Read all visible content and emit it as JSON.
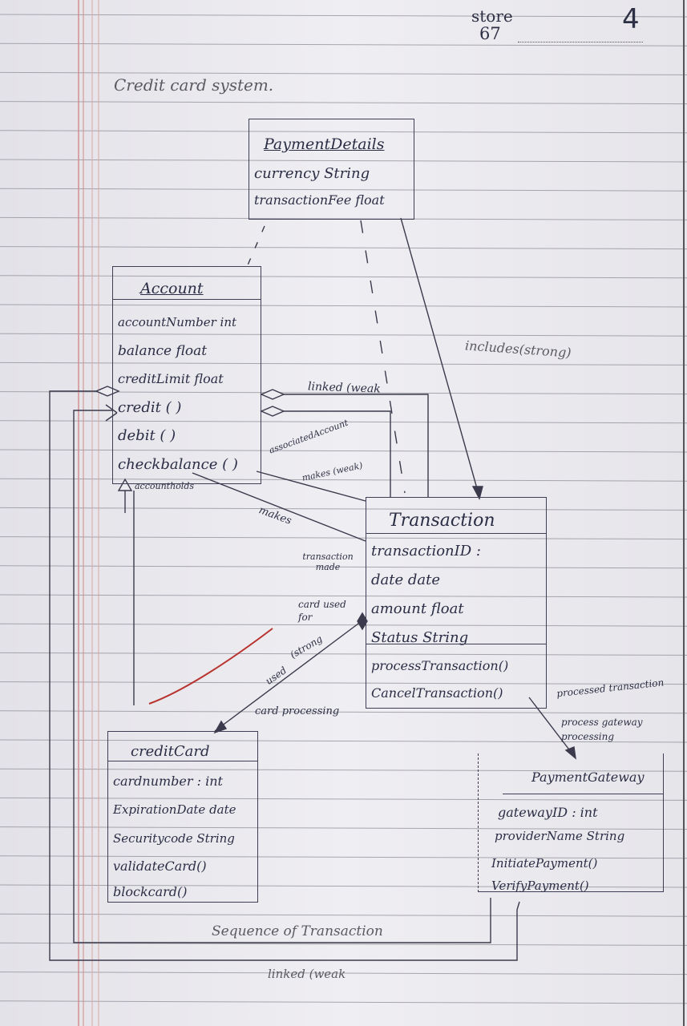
{
  "header": {
    "store_label": "store",
    "store_number": "67",
    "page_number": "4"
  },
  "title": "Credit card system.",
  "classes": {
    "payment_details": {
      "name": "PaymentDetails",
      "attributes": [
        "currency  String",
        "transactionFee  float"
      ]
    },
    "account": {
      "name": "Account",
      "attributes": [
        "accountNumber  int",
        "balance  float",
        "creditLimit  float"
      ],
      "methods": [
        "credit ( )",
        "debit ( )",
        "checkbalance ( )"
      ]
    },
    "transaction": {
      "name": "Transaction",
      "attributes": [
        "transactionID :",
        "date     date",
        "amount    float",
        "Status     String"
      ],
      "methods": [
        "processTransaction()",
        "CancelTransaction()"
      ]
    },
    "credit_card": {
      "name": "creditCard",
      "attributes": [
        "cardnumber : int",
        "ExpirationDate  date",
        "Securitycode  String"
      ],
      "methods": [
        "validateCard()",
        "blockcard()"
      ]
    },
    "payment_gateway": {
      "name": "PaymentGateway",
      "attributes": [
        "gatewayID : int",
        "providerName String"
      ],
      "methods": [
        "InitiatePayment()",
        "VerifyPayment()"
      ]
    }
  },
  "relationships": {
    "includes": "includes(strong)",
    "linked_weak_top": "linked (weak",
    "associated_account": "associatedAccount",
    "makes_weak": "makes  (weak)",
    "account_holds": "accountholds",
    "makes": "makes",
    "transaction_made": "transaction made",
    "card_used_for": "card used for",
    "strong": "(strong",
    "used": "used",
    "card_processing": "card processing",
    "processed": "processed transaction",
    "process_gateway": "process gateway processing",
    "sequence": "Sequence of Transaction",
    "linked_weak_bottom": "linked  (weak"
  }
}
